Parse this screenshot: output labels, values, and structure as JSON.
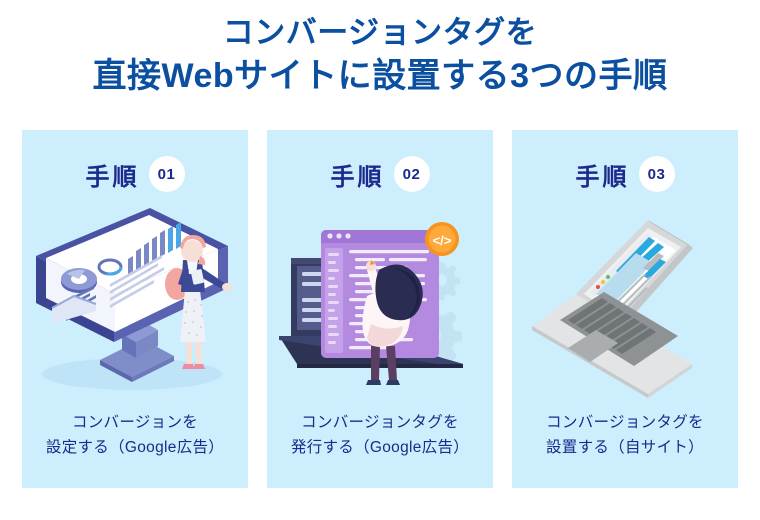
{
  "title": {
    "line1": "コンバージョンタグを",
    "line2": "直接Webサイトに設置する3つの手順",
    "color": "#0b4fa0"
  },
  "theme": {
    "page_background": "#ffffff",
    "card_background": "#cdeefc",
    "card_text": "#1b2a8c",
    "badge_background": "#ffffff",
    "accent_orange": "#f7941e",
    "monitor_frame": "#4a52a3",
    "laptop_purple": "#3f4170",
    "window_purple": "#b48ae0",
    "laptop_gray": "#d5d7d8"
  },
  "cards": [
    {
      "step_label": "手順",
      "step_number": "01",
      "illustration_name": "analytics-dashboard-monitor-illustration",
      "illustration_alt": "isometric desktop monitor showing analytics dashboard with a standing woman",
      "caption_line1": "コンバージョンを",
      "caption_line2": "設定する（Google広告）"
    },
    {
      "step_label": "手順",
      "step_number": "02",
      "illustration_name": "code-editor-laptop-illustration",
      "illustration_alt": "laptop with purple code window, code badge and a woman writing code",
      "caption_line1": "コンバージョンタグを",
      "caption_line2": "発行する（Google広告）"
    },
    {
      "step_label": "手順",
      "step_number": "03",
      "illustration_name": "website-laptop-illustration",
      "illustration_alt": "isometric gray laptop displaying a browser window with a website",
      "caption_line1": "コンバージョンタグを",
      "caption_line2": "設置する（自サイト）"
    }
  ]
}
